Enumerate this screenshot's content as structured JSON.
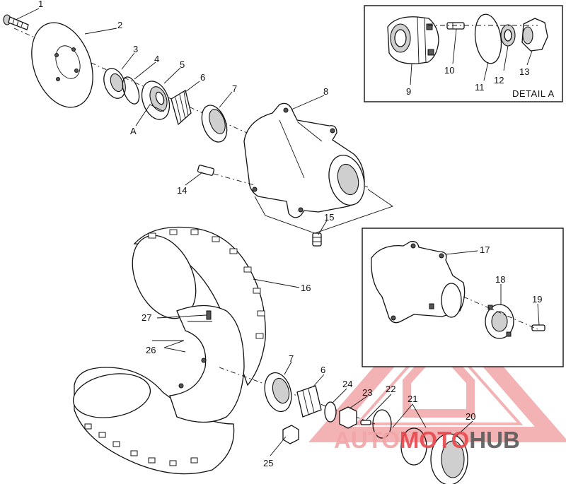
{
  "diagram": {
    "callouts": [
      {
        "id": "c1",
        "label": "1"
      },
      {
        "id": "c2",
        "label": "2"
      },
      {
        "id": "c3",
        "label": "3"
      },
      {
        "id": "c4",
        "label": "4"
      },
      {
        "id": "c5",
        "label": "5"
      },
      {
        "id": "c6a",
        "label": "6"
      },
      {
        "id": "c7a",
        "label": "7"
      },
      {
        "id": "c8",
        "label": "8"
      },
      {
        "id": "cA",
        "label": "A"
      },
      {
        "id": "c9",
        "label": "9"
      },
      {
        "id": "c10",
        "label": "10"
      },
      {
        "id": "c11",
        "label": "11"
      },
      {
        "id": "c12",
        "label": "12"
      },
      {
        "id": "c13",
        "label": "13"
      },
      {
        "id": "c14",
        "label": "14"
      },
      {
        "id": "c15",
        "label": "15"
      },
      {
        "id": "c16",
        "label": "16"
      },
      {
        "id": "c17",
        "label": "17"
      },
      {
        "id": "c18",
        "label": "18"
      },
      {
        "id": "c19",
        "label": "19"
      },
      {
        "id": "c20",
        "label": "20"
      },
      {
        "id": "c21",
        "label": "21"
      },
      {
        "id": "c22",
        "label": "22"
      },
      {
        "id": "c23",
        "label": "23"
      },
      {
        "id": "c24",
        "label": "24"
      },
      {
        "id": "c25",
        "label": "25"
      },
      {
        "id": "c26",
        "label": "26"
      },
      {
        "id": "c27",
        "label": "27"
      },
      {
        "id": "c6b",
        "label": "6"
      },
      {
        "id": "c7b",
        "label": "7"
      }
    ],
    "detail_box_label": "DETAIL A"
  },
  "watermark": {
    "part1": "AUTO",
    "part2": "MOTO",
    "part3": "HUB",
    "colors": {
      "accent": "#e8484c",
      "light": "#f1a5a7",
      "dark": "#5a5a5a"
    }
  }
}
